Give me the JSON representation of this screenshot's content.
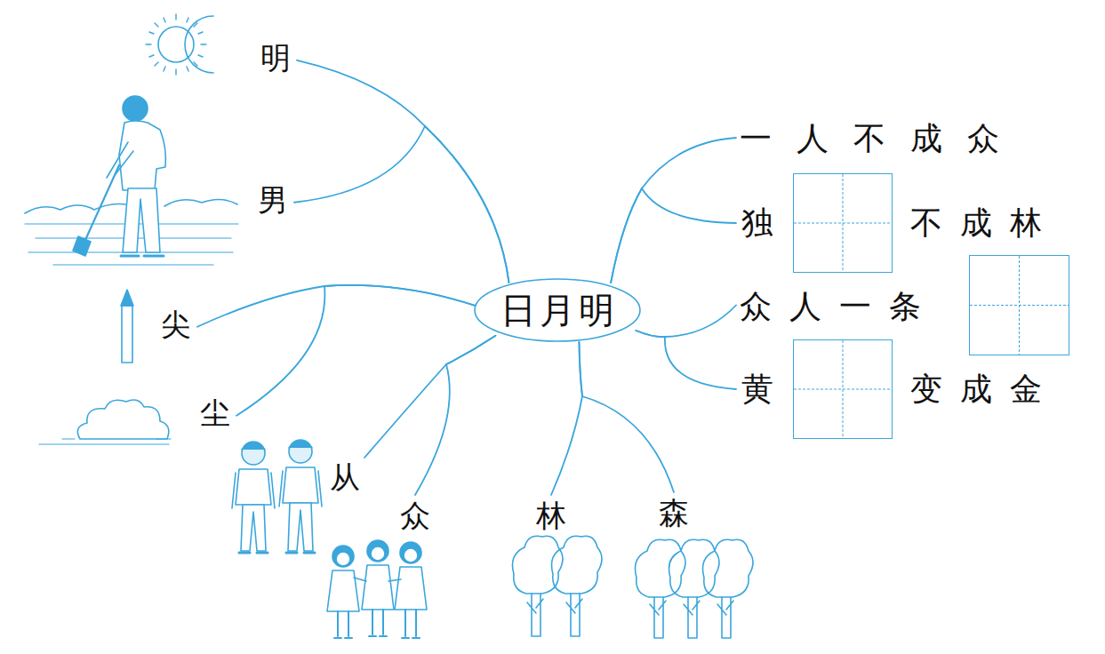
{
  "diagram": {
    "nodes": [
      {
        "text": [
          "日月明"
        ]
      },
      {
        "text": [
          "明"
        ]
      },
      {
        "text": [
          "男"
        ]
      },
      {
        "text": [
          "尖"
        ]
      },
      {
        "text": [
          "尘"
        ]
      },
      {
        "text": [
          "从"
        ]
      },
      {
        "text": [
          "众"
        ]
      },
      {
        "text": [
          "林"
        ]
      },
      {
        "text": [
          "森"
        ]
      },
      {
        "text": [
          "一人不成众"
        ]
      },
      {
        "text": [
          "独",
          "不成林"
        ]
      },
      {
        "text": [
          "众人一条"
        ]
      },
      {
        "text": [
          "黄",
          "变成金"
        ]
      }
    ],
    "edges": [
      {
        "from": 0,
        "to": 1,
        "arrow": "none"
      },
      {
        "from": 0,
        "to": 2,
        "arrow": "none"
      },
      {
        "from": 0,
        "to": 3,
        "arrow": "none"
      },
      {
        "from": 0,
        "to": 4,
        "arrow": "none"
      },
      {
        "from": 0,
        "to": 5,
        "arrow": "none"
      },
      {
        "from": 0,
        "to": 6,
        "arrow": "none"
      },
      {
        "from": 0,
        "to": 7,
        "arrow": "none"
      },
      {
        "from": 0,
        "to": 8,
        "arrow": "none"
      },
      {
        "from": 0,
        "to": 9,
        "arrow": "none"
      },
      {
        "from": 0,
        "to": 10,
        "arrow": "none"
      },
      {
        "from": 0,
        "to": 11,
        "arrow": "none"
      },
      {
        "from": 0,
        "to": 12,
        "arrow": "none"
      }
    ]
  }
}
